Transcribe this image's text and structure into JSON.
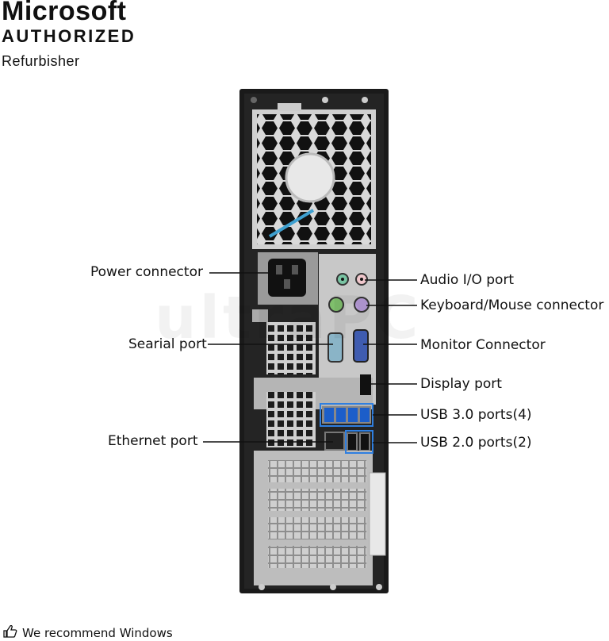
{
  "branding": {
    "line1": "Microsoft",
    "line2": "AUTHORIZED",
    "line3": "Refurbisher"
  },
  "watermark": "ultraPC",
  "callouts": {
    "power_connector": "Power connector",
    "serial_port": "Searial port",
    "ethernet_port": "Ethernet port",
    "audio_port": "Audio I/O port",
    "keyboard_mouse": "Keyboard/Mouse connector",
    "monitor": "Monitor Connector",
    "display_port": "Display port",
    "usb3": "USB 3.0 ports(4)",
    "usb2": "USB 2.0 ports(2)"
  },
  "footer": {
    "text": "We recommend Windows",
    "icon": "thumbs-up-icon"
  },
  "colors": {
    "case_black": "#1a1a1a",
    "panel_silver": "#c9c9c9",
    "usb3_blue": "#1c5ec9",
    "highlight_blue": "#2f7fe0"
  }
}
